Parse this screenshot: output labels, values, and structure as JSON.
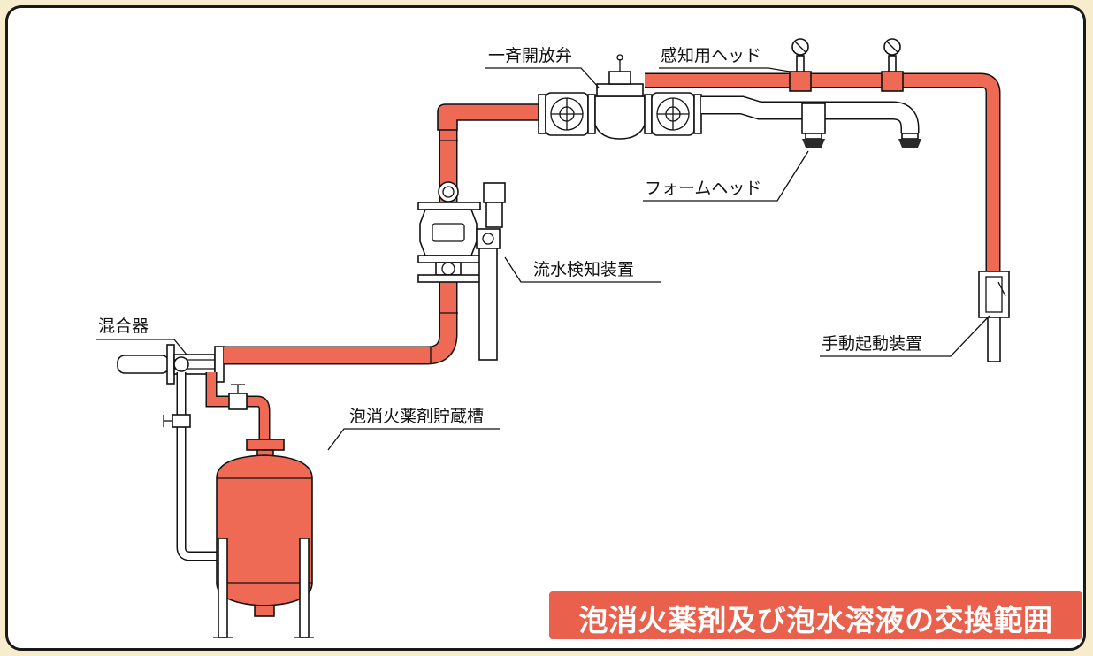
{
  "labels": {
    "mixer": "混合器",
    "deluge_valve": "一斉開放弁",
    "sensing_head": "感知用ヘッド",
    "foam_head": "フォームヘッド",
    "flow_detector": "流水検知装置",
    "manual_starter": "手動起動装置",
    "storage_tank": "泡消火薬剤貯蔵槽"
  },
  "banner": "泡消火薬剤及び泡水溶液の交換範囲",
  "colors": {
    "pipe_fill": "#ee6a55",
    "banner_bg": "#e9604c",
    "frame_bg": "#f7eccb",
    "line": "#111111"
  }
}
